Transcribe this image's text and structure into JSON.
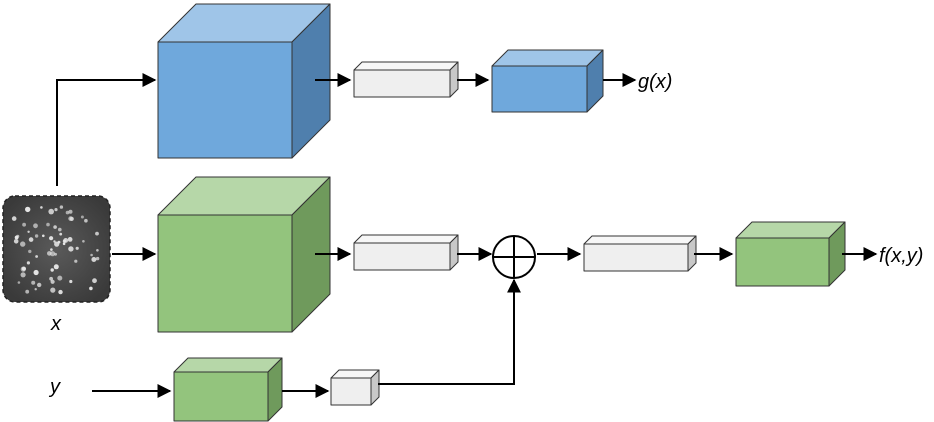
{
  "labels": {
    "input_x": "x",
    "input_y": "y",
    "output_g": "g(x)",
    "output_f": "f(x,y)"
  },
  "colors": {
    "blue_front": "#6fa8dc",
    "blue_top": "#9fc5e8",
    "blue_side": "#4f7fad",
    "green_front": "#93c47d",
    "green_top": "#b6d7a8",
    "green_side": "#6f9a5c",
    "grey_front": "#efefef",
    "grey_top": "#f7f7f7",
    "grey_side": "#c8c8c8",
    "stroke": "#333333"
  }
}
